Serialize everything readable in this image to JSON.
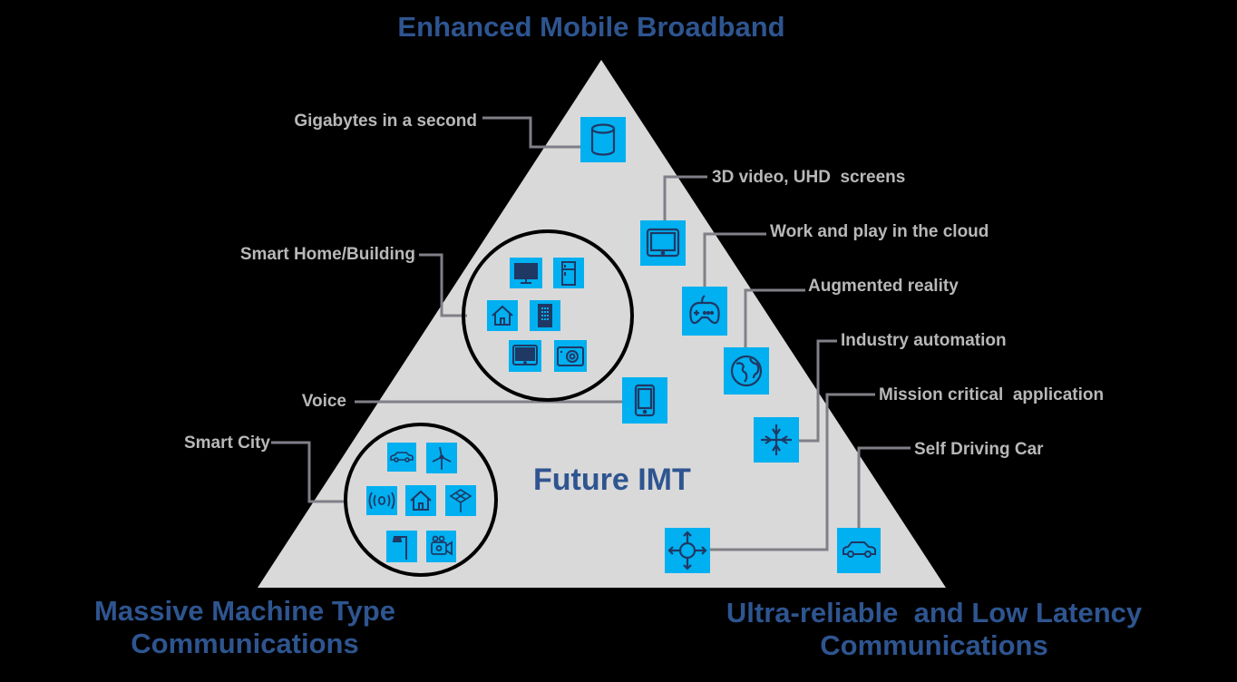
{
  "titles": {
    "top": "Enhanced Mobile Broadband",
    "bottom_left_line1": "Massive Machine Type",
    "bottom_left_line2": "Communications",
    "bottom_right_line1": "Ultra-reliable  and Low Latency",
    "bottom_right_line2": "Communications",
    "center": "Future IMT"
  },
  "labels": {
    "gigabytes": "Gigabytes in a second",
    "video_3d": "3D video, UHD  screens",
    "cloud": "Work and play in the cloud",
    "ar": "Augmented reality",
    "industry": "Industry automation",
    "mission": "Mission critical  application",
    "self_driving": "Self Driving Car",
    "smart_home": "Smart Home/Building",
    "voice": "Voice",
    "smart_city": "Smart City"
  },
  "colors": {
    "background": "#000000",
    "triangle": "#d9d9d9",
    "title_blue": "#2e5590",
    "label_gray": "#b8b8b8",
    "connector": "#7f8088",
    "icon_bg": "#00b0f0",
    "icon_stroke": "#1f3864"
  },
  "icons": [
    "database-icon",
    "tablet-icon",
    "gamepad-icon",
    "globe-icon",
    "arrows-in-icon",
    "arrows-out-icon",
    "car-icon",
    "phone-icon",
    "monitor-icon",
    "fridge-icon",
    "home-icon",
    "building-icon",
    "tv-icon",
    "washer-icon",
    "wind-turbine-icon",
    "wifi-signal-icon",
    "solar-panel-icon",
    "street-lamp-icon",
    "camera-icon"
  ]
}
